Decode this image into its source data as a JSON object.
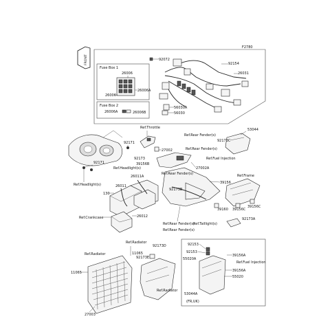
{
  "figure_code": "F2780",
  "front_label": "FRONT",
  "fuse_box_1": {
    "title": "Fuse Box 1",
    "parts": [
      "26006",
      "26006A",
      "26006"
    ]
  },
  "fuse_box_2": {
    "title": "Fuse Box 2",
    "parts": [
      "26006A",
      "26006B"
    ]
  },
  "labels": {
    "p92072": "92072",
    "p92154": "92154",
    "p26031": "26031",
    "p56030A": "56030A",
    "p56030": "56030",
    "ref_throttle": "Ref.Throttle",
    "p92171a": "92171",
    "p27002": "27002",
    "p92173": "92173",
    "p39156B": "39156B",
    "ref_headlight_a": "Ref.Headlight(s)",
    "p92171b": "92171",
    "ref_headlight_b": "Ref.Headlight(s)",
    "p26011": "26011",
    "p26011A": "26011A",
    "p130": "130",
    "ref_rear_fender_a": "Ref.Rear Fender(s)",
    "p27002A": "27002A",
    "p92173B": "92173B",
    "ref_crankcase": "Ref.Crankcase",
    "p26012": "26012",
    "ref_rear_fender_b": "Ref.Rear Fender(s)",
    "ref_rear_fender_c": "Ref.Rear Fender(s)",
    "p53044": "53044",
    "ref_rear_fender_d": "Ref.Rear Fender(s)",
    "p92173C": "92173C",
    "ref_fuel_injection_a": "Ref.Fuel Injection",
    "p39156": "39156",
    "ref_frame": "Ref.Frame",
    "p39160": "39160",
    "p39156C_a": "39156C",
    "p39156C_b": "39156C",
    "p92173A": "92173A",
    "ref_taillight": "Ref.Taillight(s)",
    "ref_radiator_a": "Ref.Radiator",
    "ref_radiator_b": "Ref.Radiator",
    "p11065a": "11065",
    "p11065b": "11065",
    "p92173D": "92173D",
    "p92173E": "92173E",
    "p27003": "27003",
    "ref_radiator_c": "Ref.Radiator",
    "p92153a": "92153",
    "p92153b": "92153",
    "p55020A": "55020A",
    "p39156A_a": "39156A",
    "ref_fuel_injection_b": "Ref.Fuel Injection",
    "p39156A_b": "39156A",
    "p55020": "55020",
    "p53044A": "53044A",
    "fr_uk": "(FR,UK)"
  }
}
